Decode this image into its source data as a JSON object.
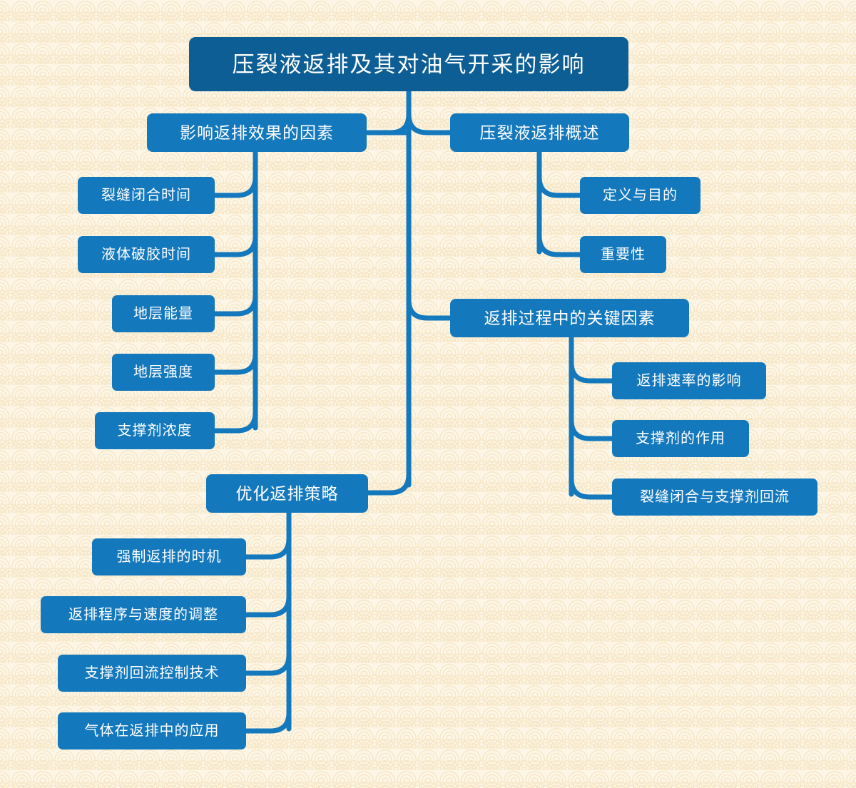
{
  "diagram": {
    "type": "mind-map",
    "title": "压裂液返排及其对油气开采的影响",
    "colors": {
      "root_fill": "#0d5e95",
      "node_fill": "#1478bd",
      "edge_stroke": "#1478bd",
      "text": "#ffffff",
      "background_base": "#fdf6e6",
      "background_pattern": "#f6e7c8"
    },
    "root": {
      "label": "压裂液返排及其对油气开采的影响"
    },
    "branches": [
      {
        "id": "factors",
        "label": "影响返排效果的因素",
        "side": "left",
        "children": [
          {
            "label": "裂缝闭合时间"
          },
          {
            "label": "液体破胶时间"
          },
          {
            "label": "地层能量"
          },
          {
            "label": "地层强度"
          },
          {
            "label": "支撑剂浓度"
          }
        ]
      },
      {
        "id": "overview",
        "label": "压裂液返排概述",
        "side": "right",
        "children": [
          {
            "label": "定义与目的"
          },
          {
            "label": "重要性"
          }
        ]
      },
      {
        "id": "key-factors",
        "label": "返排过程中的关键因素",
        "side": "right",
        "children": [
          {
            "label": "返排速率的影响"
          },
          {
            "label": "支撑剂的作用"
          },
          {
            "label": "裂缝闭合与支撑剂回流"
          }
        ]
      },
      {
        "id": "strategy",
        "label": "优化返排策略",
        "side": "left",
        "children": [
          {
            "label": "强制返排的时机"
          },
          {
            "label": "返排程序与速度的调整"
          },
          {
            "label": "支撑剂回流控制技术"
          },
          {
            "label": "气体在返排中的应用"
          }
        ]
      }
    ]
  }
}
